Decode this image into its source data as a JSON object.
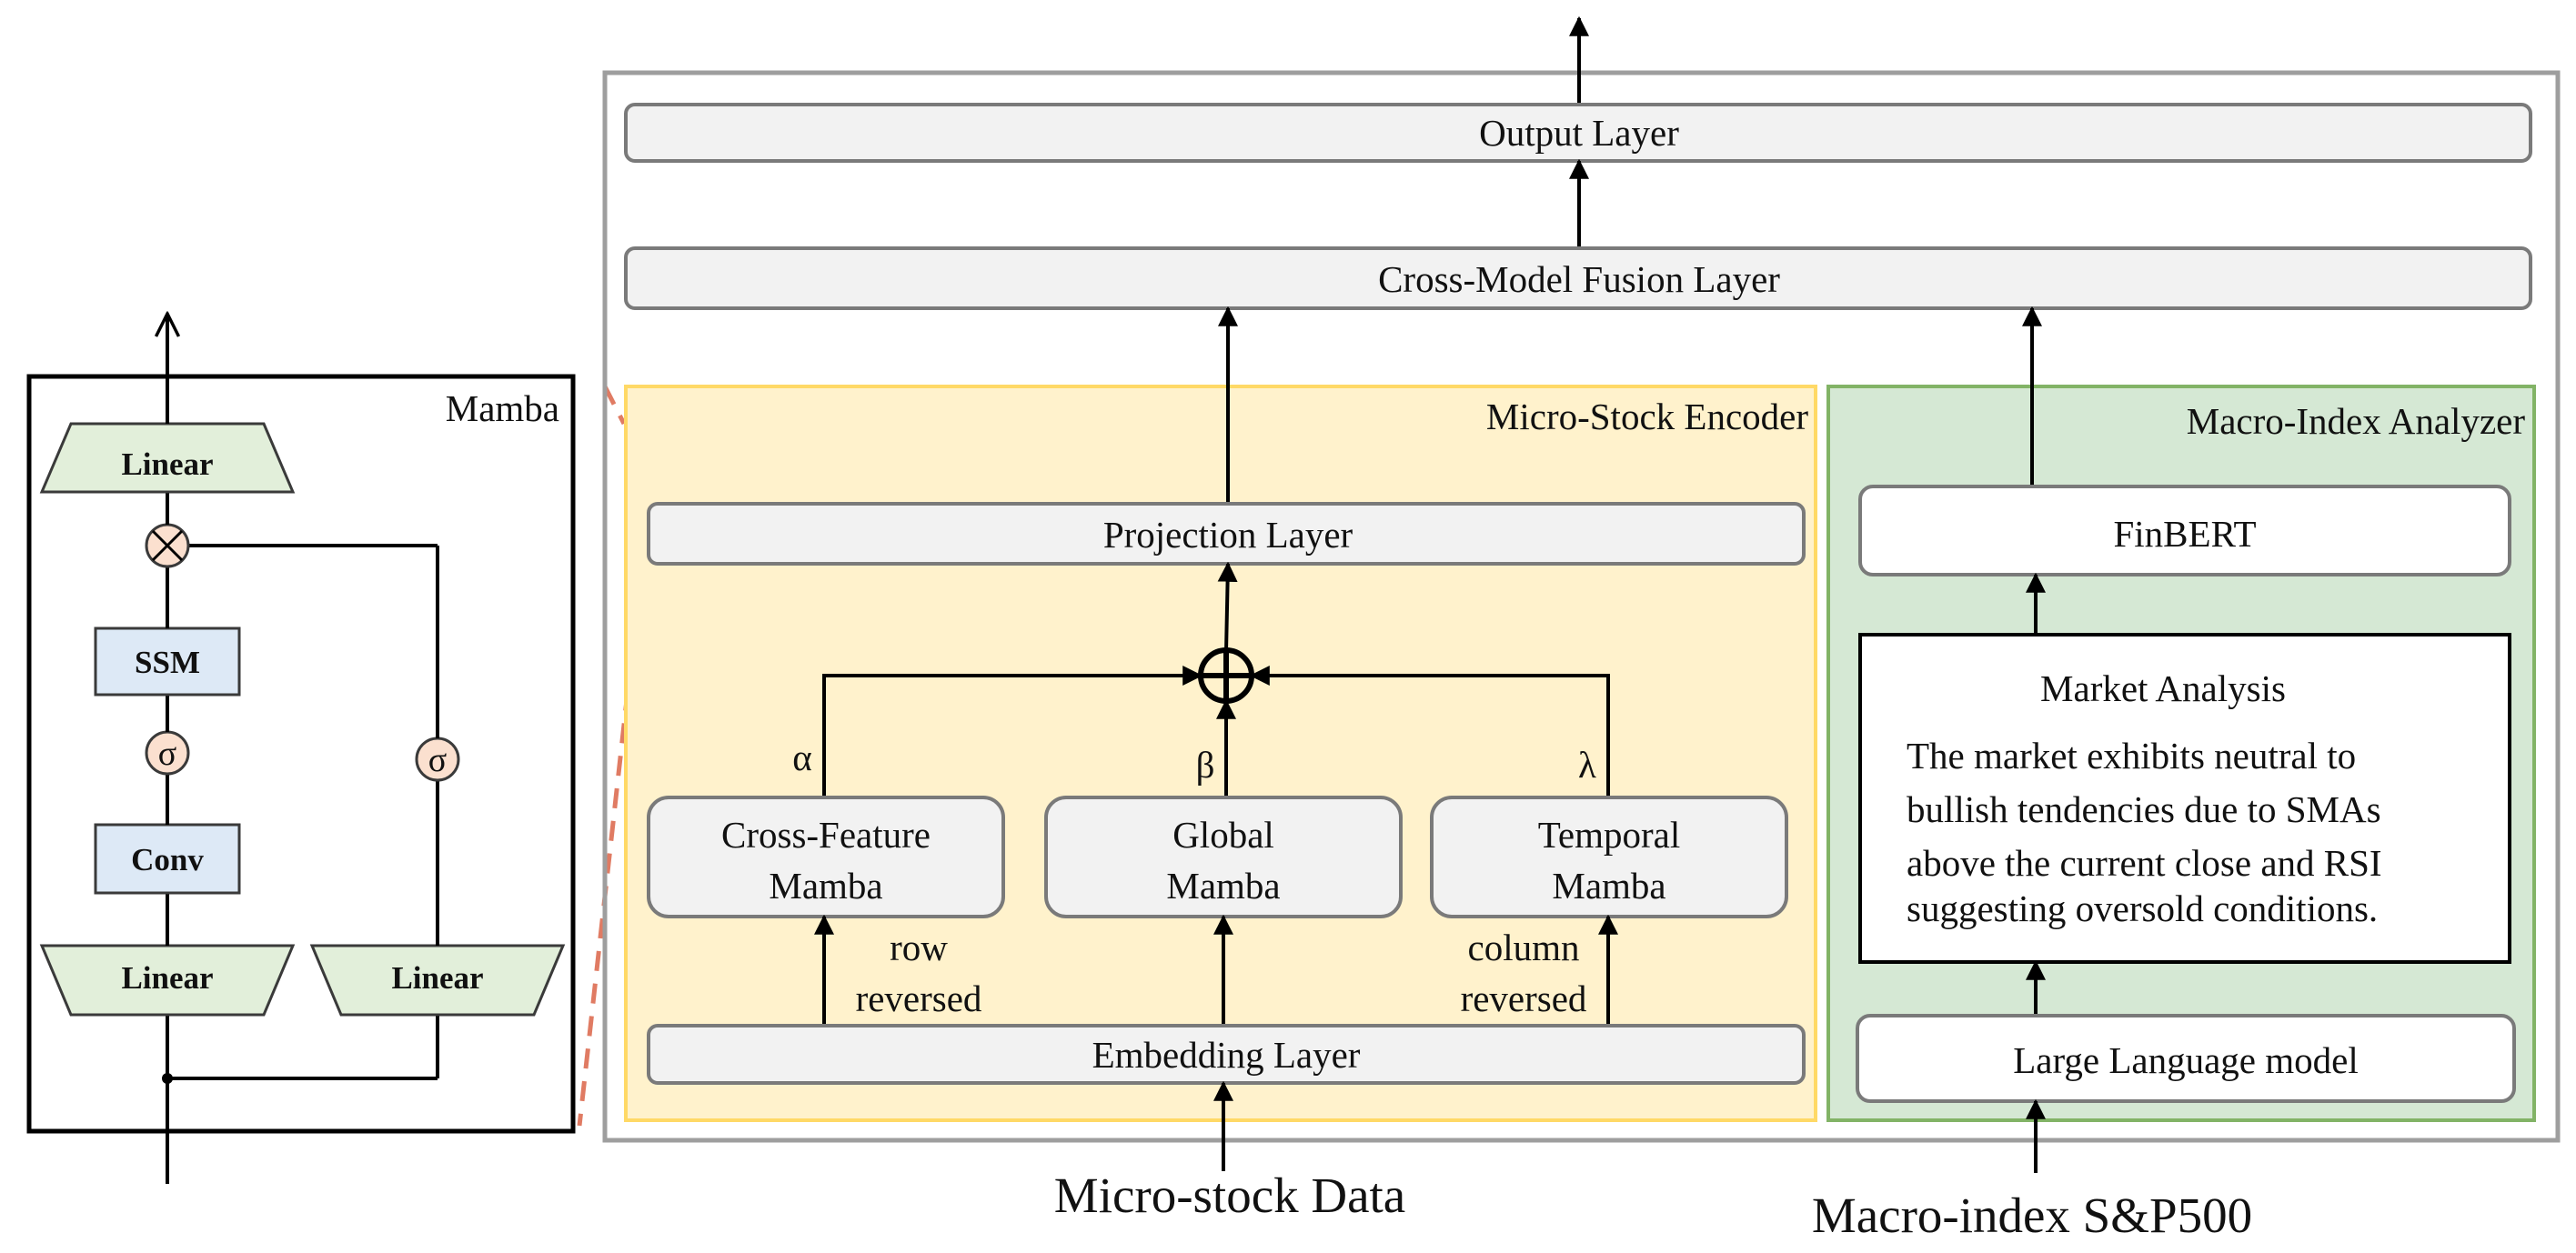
{
  "mamba_block": {
    "title": "Mamba",
    "linear_top": "Linear",
    "ssm": "SSM",
    "sigma_left": "σ",
    "sigma_right": "σ",
    "conv": "Conv",
    "linear_left": "Linear",
    "linear_right": "Linear",
    "multiply_symbol": "⊗"
  },
  "main": {
    "output_layer": "Output Layer",
    "fusion_layer": "Cross-Model Fusion Layer"
  },
  "micro_encoder": {
    "title": "Micro-Stock Encoder",
    "projection": "Projection Layer",
    "cross_feature_line1": "Cross-Feature",
    "cross_feature_line2": "Mamba",
    "global_line1": "Global",
    "global_line2": "Mamba",
    "temporal_line1": "Temporal",
    "temporal_line2": "Mamba",
    "embedding": "Embedding Layer",
    "alpha": "α",
    "beta": "β",
    "lambda": "λ",
    "row_reversed_line1": "row",
    "row_reversed_line2": "reversed",
    "column_reversed_line1": "column",
    "column_reversed_line2": "reversed",
    "input_label": "Micro-stock Data"
  },
  "macro_analyzer": {
    "title": "Macro-Index Analyzer",
    "finbert": "FinBERT",
    "analysis_title": "Market Analysis",
    "analysis_lines": [
      "The market exhibits neutral to",
      "bullish tendencies due to SMAs",
      "above the current close and RSI",
      "suggesting oversold conditions."
    ],
    "llm": "Large Language model",
    "input_label": "Macro-index S&P500"
  },
  "colors": {
    "micro_fill": "#fff2cc",
    "micro_border": "#ffd966",
    "macro_fill": "#d5e8d4",
    "macro_border": "#82b366",
    "connector_dash": "#e07b63",
    "outer_border": "#9e9e9e"
  }
}
